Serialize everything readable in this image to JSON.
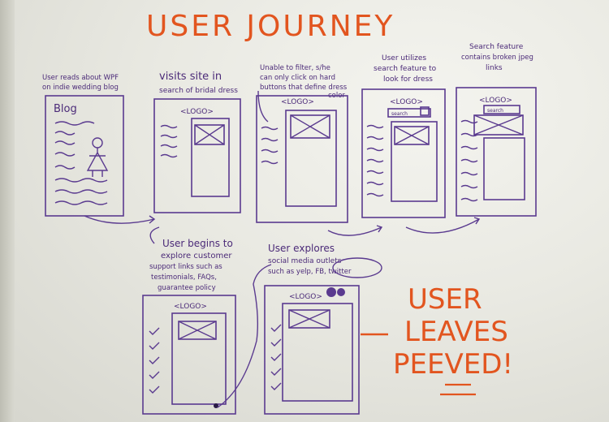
{
  "title": "USER JOURNEY",
  "steps": {
    "s1": {
      "caption_1": "User reads about WPF",
      "caption_2": "on indie wedding blog",
      "frame_label": "Blog"
    },
    "s2": {
      "caption_1": "visits site in",
      "caption_2": "search of bridal dress",
      "logo": "<LOGO>"
    },
    "s3": {
      "caption_1": "Unable to filter, s/he",
      "caption_2": "can only click on hard",
      "caption_3": "buttons that define dress",
      "caption_4": "color",
      "logo": "<LOGO>"
    },
    "s4": {
      "caption_1": "User utilizes",
      "caption_2": "search feature to",
      "caption_3": "look for dress",
      "logo": "<LOGO>",
      "search_label": "search"
    },
    "s5": {
      "caption_1": "Search feature",
      "caption_2": "contains broken jpeg",
      "caption_3": "links",
      "logo": "<LOGO>",
      "search_label": "search"
    },
    "s6": {
      "caption_1": "User begins to",
      "caption_2": "explore customer",
      "caption_3": "support links such as",
      "caption_4": "testimonials, FAQs,",
      "caption_5": "guarantee policy",
      "logo": "<LOGO>"
    },
    "s7": {
      "caption_1": "User explores",
      "caption_2": "social media outlets",
      "caption_3": "such as yelp, FB, twitter",
      "logo": "<LOGO>"
    }
  },
  "outcome": {
    "line_1": "USER",
    "line_2": "LEAVES",
    "line_3": "PEEVED!"
  },
  "colors": {
    "orange_marker": "#e2551f",
    "purple_marker": "#5a3a8f",
    "whiteboard": "#efefe9"
  }
}
